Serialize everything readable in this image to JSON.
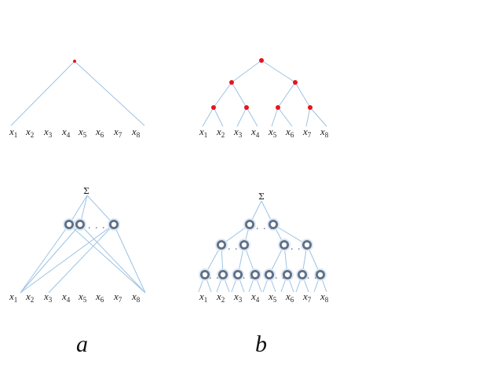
{
  "panels": {
    "a": {
      "label": "a"
    },
    "b": {
      "label": "b"
    }
  },
  "variables": {
    "symbol": "x",
    "subscripts": [
      "1",
      "2",
      "3",
      "4",
      "5",
      "6",
      "7",
      "8"
    ]
  },
  "sum_symbol": "Σ",
  "ellipsis": ". . .",
  "colors": {
    "edge": "#9cc3e4",
    "red_node": "#e8141c",
    "ring": "#5e6f86"
  }
}
